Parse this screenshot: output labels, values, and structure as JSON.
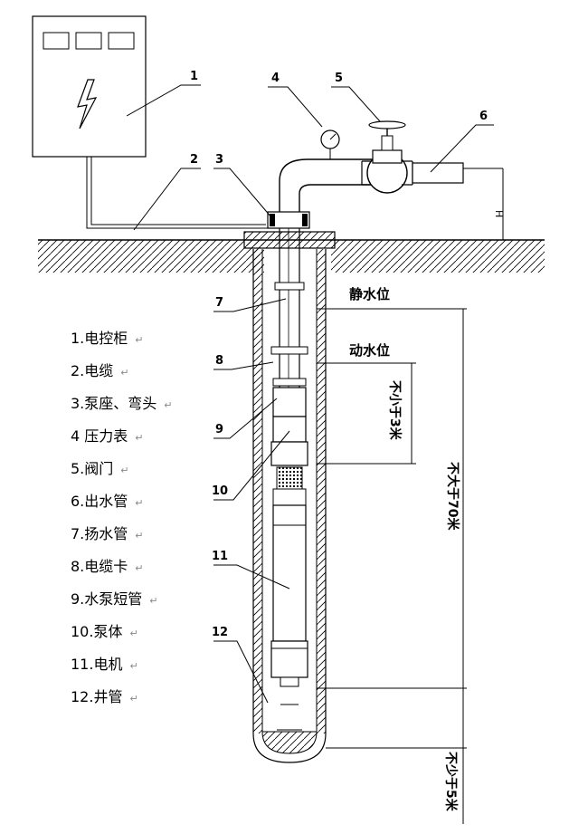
{
  "callouts": [
    "1",
    "2",
    "3",
    "4",
    "5",
    "6",
    "7",
    "8",
    "9",
    "10",
    "11",
    "12"
  ],
  "water_levels": {
    "static": "静水位",
    "dynamic": "动水位"
  },
  "dimensions": {
    "min_submergence": "不小于3米",
    "max_depth": "不大于70米",
    "min_bottom_clearance": "不少于5米",
    "height_mark": "H"
  },
  "legend": [
    "1.电控柜",
    "2.电缆",
    "3.泵座、弯头",
    "4 压力表",
    "5.阀门",
    "6.出水管",
    "7.扬水管",
    "8.电缆卡",
    "9.水泵短管",
    "10.泵体",
    "11.电机",
    "12.井管"
  ],
  "return_mark": "↵"
}
